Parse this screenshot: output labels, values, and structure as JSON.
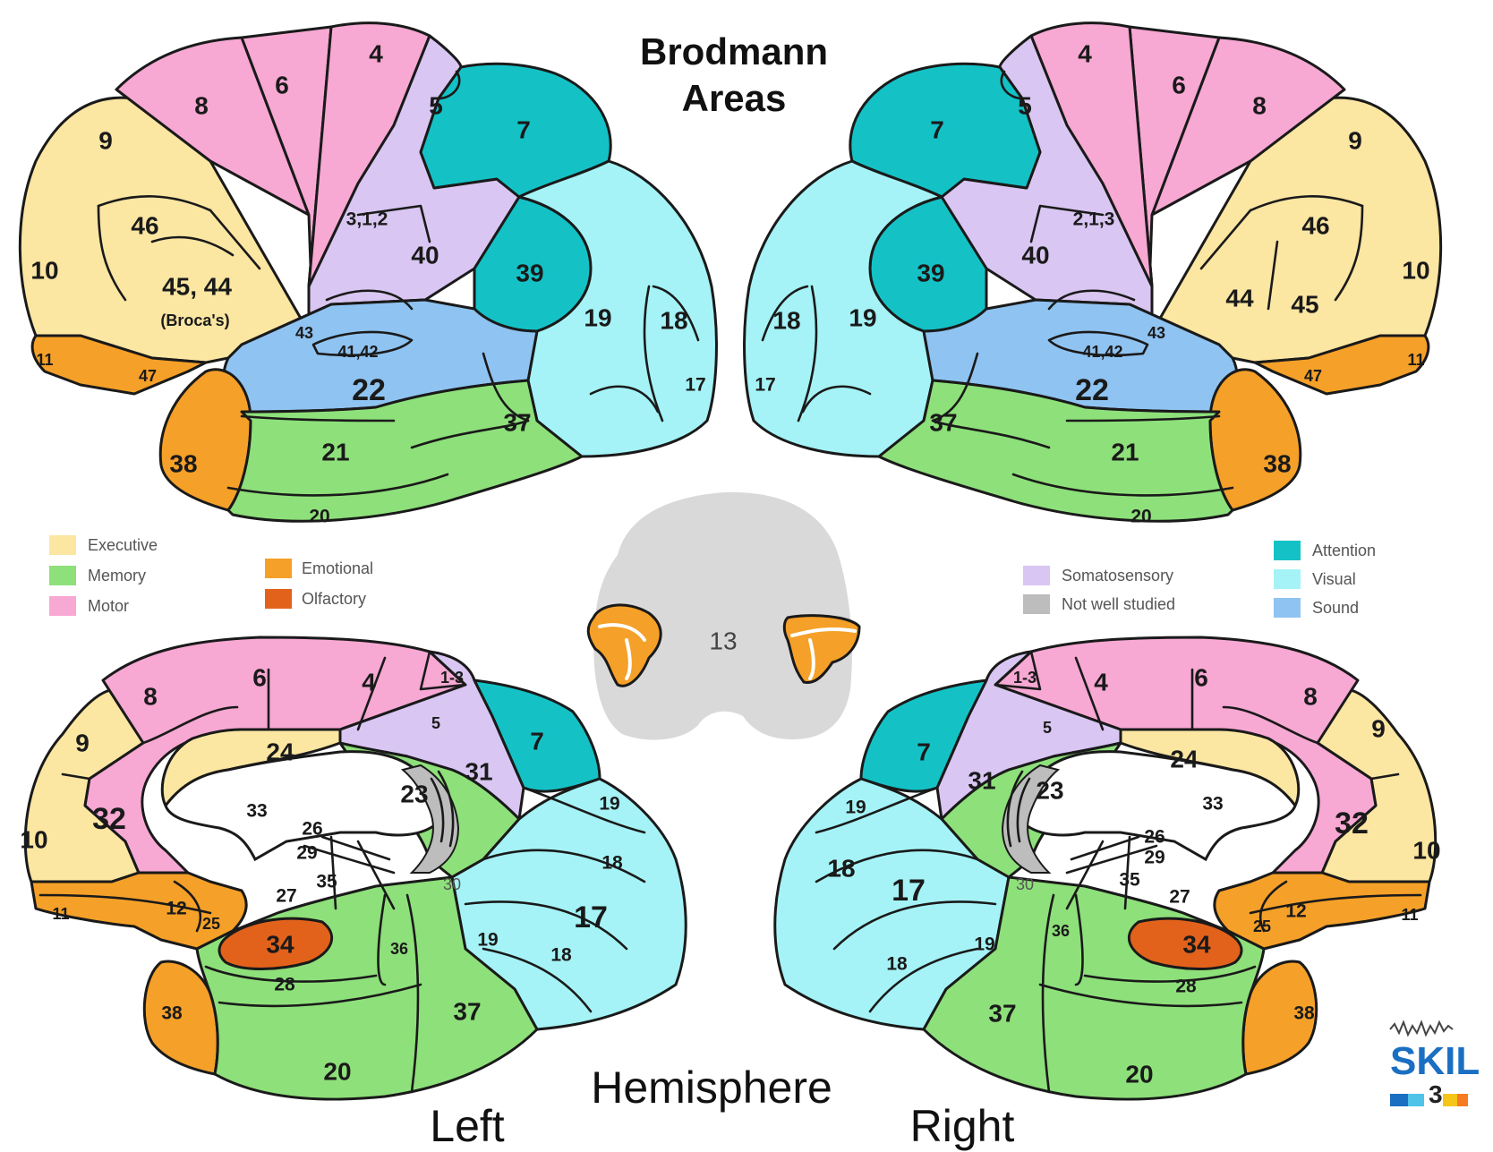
{
  "title": {
    "line1": "Brodmann",
    "line2": "Areas"
  },
  "hemisphere": {
    "center": "Hemisphere",
    "left": "Left",
    "right": "Right"
  },
  "colors": {
    "executive": "#fbe6a2",
    "memory": "#8ee07a",
    "motor": "#f7a8d3",
    "emotional": "#f5a028",
    "olfactory": "#e2621b",
    "somatosensory": "#d9c6f2",
    "not_well_studied": "#bdbdbd",
    "attention": "#14c2c6",
    "visual": "#a5f3f6",
    "sound": "#8fc3f1",
    "insula_gray": "#d9d9d9"
  },
  "legend": {
    "left": [
      {
        "label": "Executive",
        "color": "#fbe6a2"
      },
      {
        "label": "Memory",
        "color": "#8ee07a"
      },
      {
        "label": "Motor",
        "color": "#f7a8d3"
      }
    ],
    "left2": [
      {
        "label": "Emotional",
        "color": "#f5a028"
      },
      {
        "label": "Olfactory",
        "color": "#e2621b"
      }
    ],
    "right": [
      {
        "label": "Somatosensory",
        "color": "#d9c6f2"
      },
      {
        "label": "Not well studied",
        "color": "#bdbdbd"
      }
    ],
    "right2": [
      {
        "label": "Attention",
        "color": "#14c2c6"
      },
      {
        "label": "Visual",
        "color": "#a5f3f6"
      },
      {
        "label": "Sound",
        "color": "#8fc3f1"
      }
    ]
  },
  "labels": {
    "lateral_left": [
      "4",
      "6",
      "8",
      "9",
      "46",
      "10",
      "45, 44",
      "(Broca's)",
      "11",
      "47",
      "5",
      "7",
      "3,1,2",
      "40",
      "39",
      "43",
      "41,42",
      "22",
      "19",
      "18",
      "17",
      "38",
      "21",
      "37",
      "20"
    ],
    "lateral_right": [
      "4",
      "6",
      "8",
      "9",
      "46",
      "10",
      "44",
      "45",
      "11",
      "47",
      "5",
      "7",
      "2,1,3",
      "40",
      "39",
      "43",
      "41,42",
      "22",
      "19",
      "18",
      "17",
      "38",
      "21",
      "37",
      "20"
    ],
    "medial_left": [
      "6",
      "4",
      "8",
      "1-3",
      "5",
      "7",
      "9",
      "24",
      "31",
      "10",
      "32",
      "33",
      "23",
      "19",
      "26",
      "29",
      "18",
      "30",
      "27",
      "35",
      "12",
      "11",
      "25",
      "17",
      "34",
      "36",
      "19",
      "18",
      "28",
      "38",
      "37",
      "20"
    ],
    "medial_right": [
      "1-3",
      "4",
      "6",
      "8",
      "5",
      "7",
      "9",
      "31",
      "23",
      "24",
      "33",
      "19",
      "32",
      "10",
      "26",
      "29",
      "18",
      "35",
      "27",
      "30",
      "17",
      "25",
      "12",
      "11",
      "36",
      "34",
      "19",
      "18",
      "28",
      "37",
      "38",
      "20"
    ],
    "insula": "13"
  },
  "logo": {
    "text": "SKIL",
    "sub": "3"
  }
}
